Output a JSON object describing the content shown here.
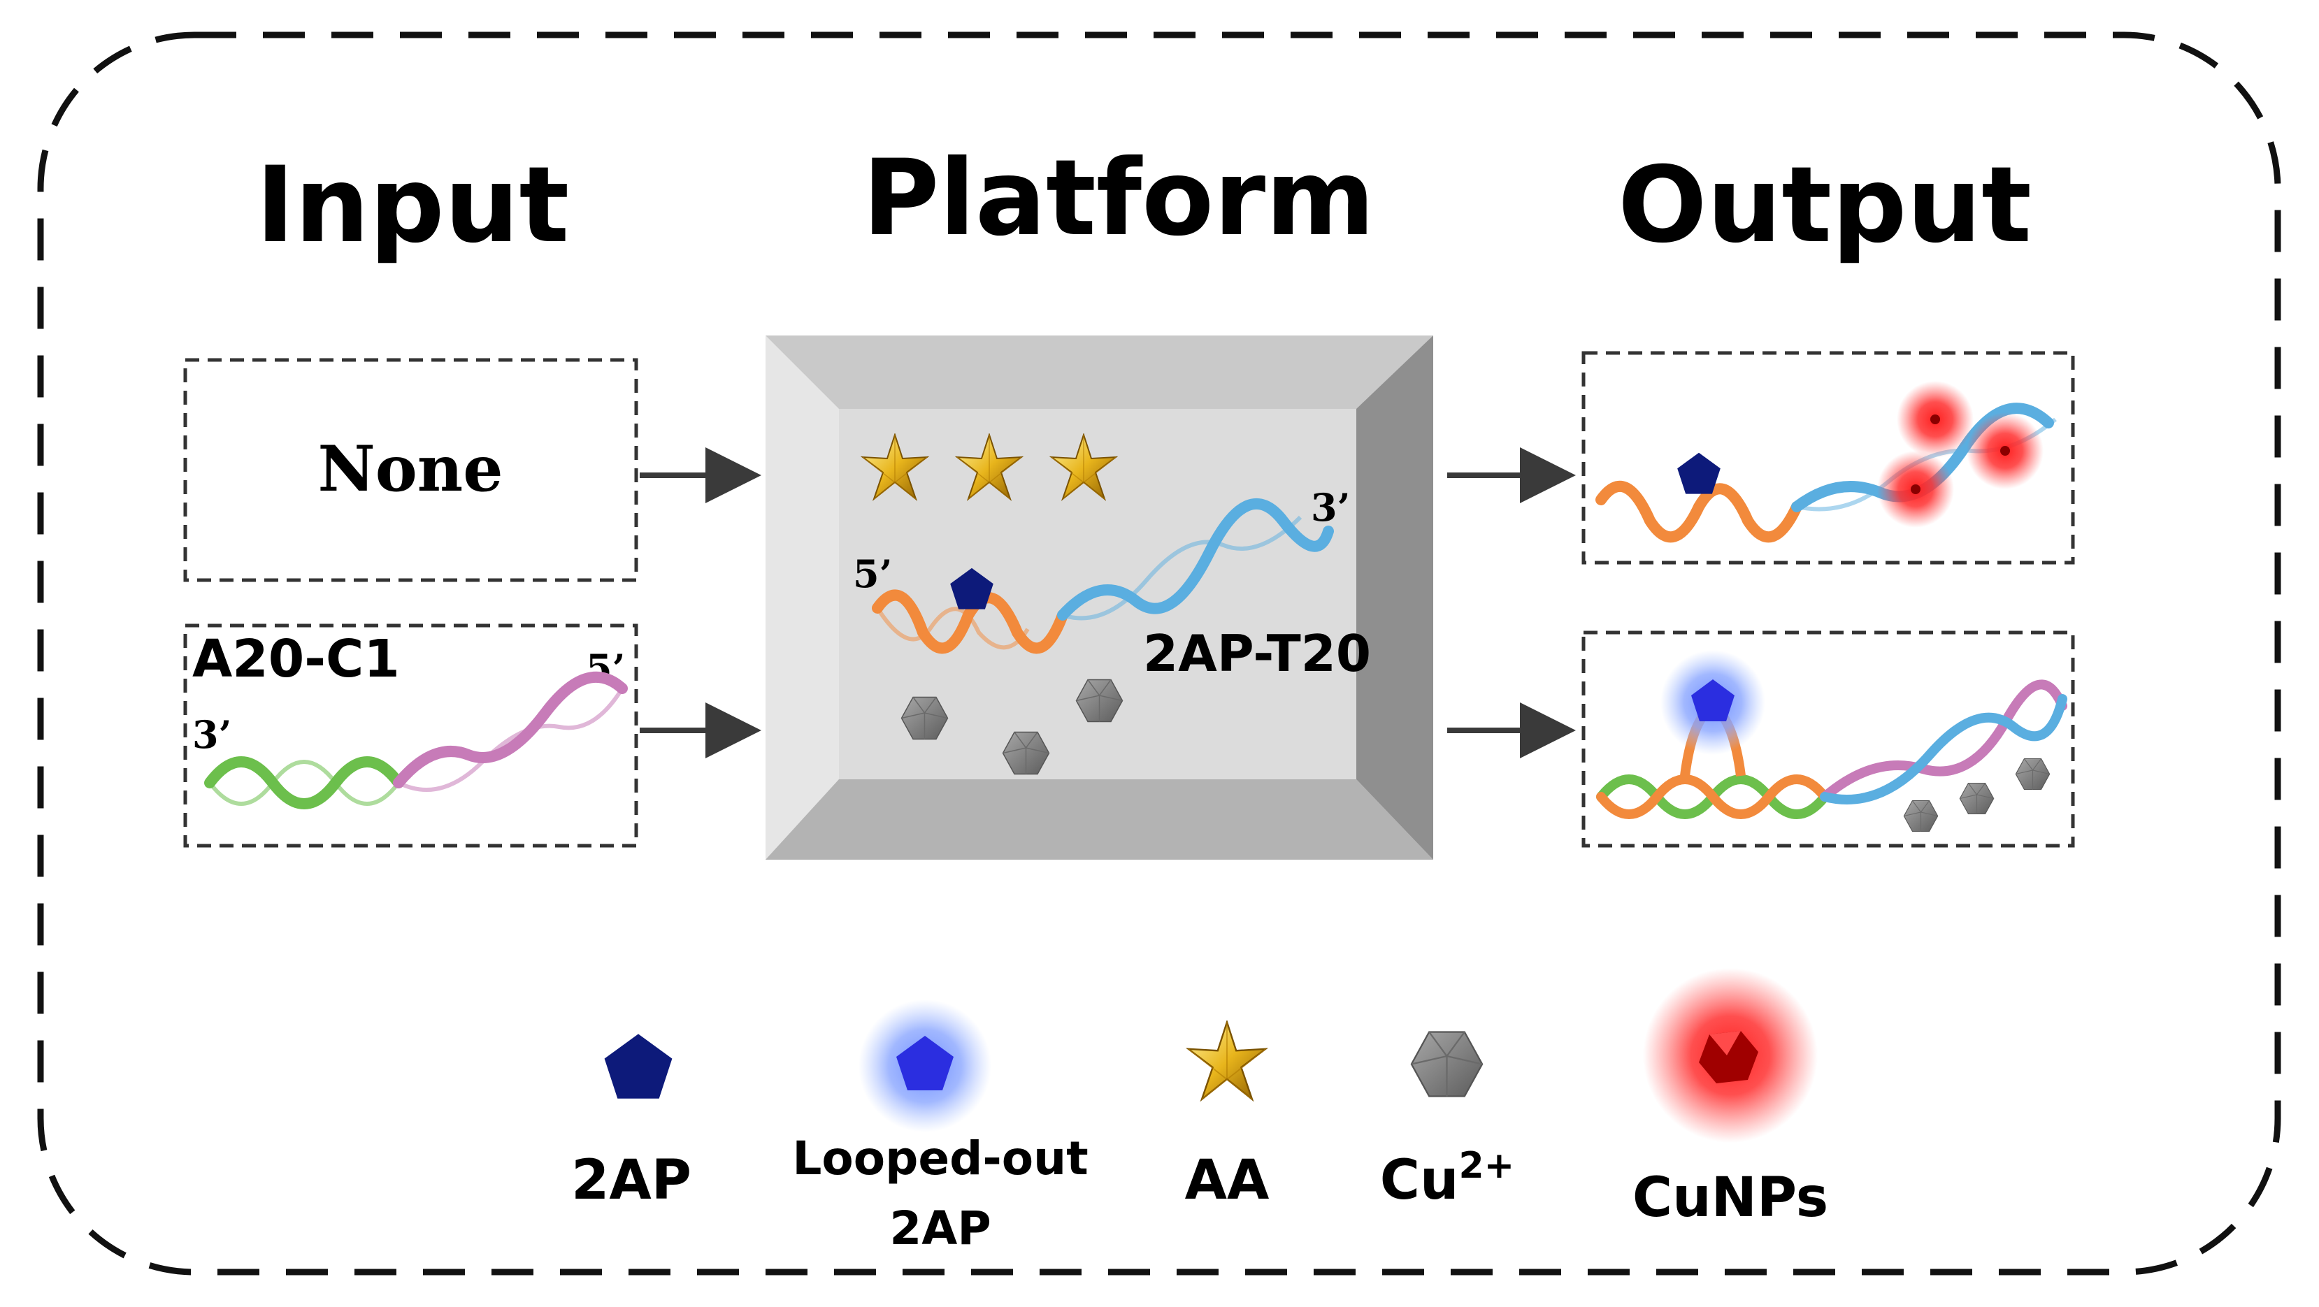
{
  "headings": {
    "input": "Input",
    "platform": "Platform",
    "output": "Output"
  },
  "inputs": {
    "none": "None",
    "target": "A20-C1",
    "target_3prime": "3’",
    "target_5prime": "5’"
  },
  "platform": {
    "probe_name": "2AP-T20",
    "probe_5prime": "5’",
    "probe_3prime": "3’"
  },
  "legend": {
    "twoap": "2AP",
    "looped_line1": "Looped-out",
    "looped_line2": "2AP",
    "aa": "AA",
    "cu_base": "Cu",
    "cu_sup": "2+",
    "cunps": "CuNPs"
  },
  "colors": {
    "strand_orange": "#f28a3c",
    "strand_blue": "#5aaee0",
    "strand_green": "#6cbf4c",
    "strand_pink": "#c77bb8",
    "pentagon_navy": "#0d1a7a",
    "looped_blue": "#2b2ee0",
    "star_gold": "#e8b51c",
    "cu_gray": "#808080",
    "cunp_red": "#e01a1a"
  },
  "icons": [
    "pentagon-icon",
    "glowing-pentagon-icon",
    "star-icon",
    "hexagon-icon",
    "red-nanoparticle-icon",
    "arrow-icon"
  ]
}
